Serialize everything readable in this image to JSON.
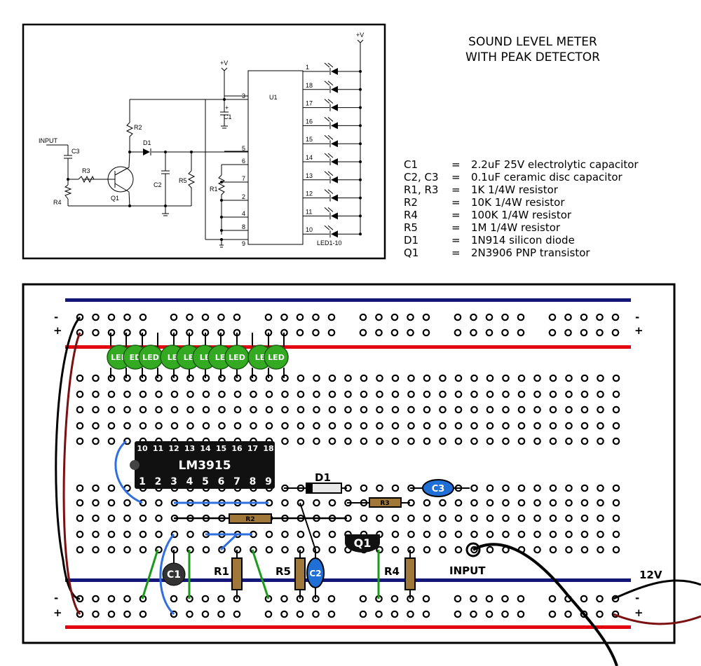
{
  "title": {
    "line1": "SOUND LEVEL METER",
    "line2": "WITH PEAK DETECTOR"
  },
  "schematic": {
    "input": "INPUT",
    "vplus": "+V",
    "u1": "U1",
    "ledgroup": "LED1-10",
    "parts": {
      "c1": "C1",
      "c2": "C2",
      "c3": "C3",
      "r1": "R1",
      "r2": "R2",
      "r3": "R3",
      "r4": "R4",
      "r5": "R5",
      "d1": "D1",
      "q1": "Q1"
    },
    "left_pins": [
      "3",
      "5",
      "6",
      "7",
      "2",
      "4",
      "8",
      "9"
    ],
    "right_pins": [
      "1",
      "18",
      "17",
      "16",
      "15",
      "14",
      "13",
      "12",
      "11",
      "10"
    ],
    "plus_mark": "+"
  },
  "bom": [
    {
      "ref": "C1",
      "eq": "=",
      "desc": "2.2uF 25V electrolytic capacitor"
    },
    {
      "ref": "C2, C3",
      "eq": "=",
      "desc": "0.1uF ceramic disc capacitor"
    },
    {
      "ref": "R1, R3",
      "eq": "=",
      "desc": "1K 1/4W resistor"
    },
    {
      "ref": "R2",
      "eq": "=",
      "desc": "10K 1/4W resistor"
    },
    {
      "ref": "R4",
      "eq": "=",
      "desc": "100K 1/4W resistor"
    },
    {
      "ref": "R5",
      "eq": "=",
      "desc": "1M 1/4W resistor"
    },
    {
      "ref": "D1",
      "eq": "=",
      "desc": "1N914 silicon diode"
    },
    {
      "ref": "Q1",
      "eq": "=",
      "desc": "2N3906 PNP transistor"
    }
  ],
  "breadboard": {
    "minus": "-",
    "plus": "+",
    "chip": {
      "name": "LM3915",
      "top_pins": [
        "10",
        "11",
        "12",
        "13",
        "14",
        "15",
        "16",
        "17",
        "18"
      ],
      "bottom_pins": [
        "1",
        "2",
        "3",
        "4",
        "5",
        "6",
        "7",
        "8",
        "9"
      ]
    },
    "led_label": "LED",
    "led_partials": [
      "LED",
      "ED",
      "LED",
      "LE",
      "LE",
      "LE",
      "LE",
      "LED",
      "LE",
      "LED"
    ],
    "labels": {
      "d1": "D1",
      "c3": "C3",
      "r3": "R3",
      "r2": "R2",
      "q1": "Q1",
      "c1": "C1",
      "c2": "C2",
      "r1": "R1",
      "r5": "R5",
      "r4": "R4",
      "input": "INPUT",
      "supply": "12V"
    }
  },
  "colors": {
    "rail_red": "#e3000f",
    "rail_blue": "#14177a",
    "led_green": "#33aa22",
    "cap_blue": "#1f6fd6",
    "resistor_tan": "#a0793a",
    "jumper_blue": "#2f6fe0",
    "jumper_green": "#1c9a1c",
    "wire_red": "#7a1010"
  }
}
